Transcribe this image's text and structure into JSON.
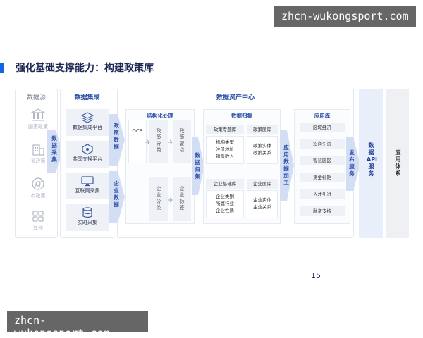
{
  "watermark": {
    "text": "zhcn-wukongsport.com"
  },
  "title": "强化基础支撑能力：构建政策库",
  "sources": {
    "header": "数据源",
    "items": [
      {
        "label": "国家政策",
        "icon": "bank-icon"
      },
      {
        "label": "省政策",
        "icon": "building-icon"
      },
      {
        "label": "市政策",
        "icon": "chrome-icon"
      },
      {
        "label": "其他",
        "icon": "grid-icon"
      }
    ],
    "arrow_label": "数据采集"
  },
  "integration": {
    "header": "数据集成",
    "items": [
      {
        "label": "数据集成平台",
        "icon": "layers-icon"
      },
      {
        "label": "共享交换平台",
        "icon": "network-icon"
      },
      {
        "label": "互联网采集",
        "icon": "monitor-icon"
      },
      {
        "label": "实时采集",
        "icon": "database-icon"
      }
    ]
  },
  "asset_center": {
    "header": "数据资产中心",
    "policy_data_label": "政策数据",
    "enterprise_data_label": "企业数据",
    "structuring": {
      "header": "结构化处理",
      "ocr": "OCR",
      "policy_classify": "政策分类",
      "policy_points": "政策要点",
      "enterprise_classify": "企业分类",
      "enterprise_tags": "企业标签"
    },
    "archive_arrow_label": "数据归集",
    "archive": {
      "header": "数据归集",
      "policy_topic_lib": "政策专题库",
      "policy_lib": "政策图库",
      "policy_topic_items": [
        "机构类型",
        "注册地址",
        "销售收入"
      ],
      "policy_lib_items": [
        "政策实体",
        "政策关系"
      ],
      "enterprise_base_lib": "企业基础库",
      "enterprise_lib": "企业图库",
      "enterprise_base_items": [
        "企业类别",
        "所属行业",
        "企业性质"
      ],
      "enterprise_lib_items": [
        "企业实体",
        "企业关系"
      ]
    },
    "apply_arrow_label": "应用数据加工",
    "applications": {
      "header": "应用库",
      "items": [
        "区域经济",
        "招商引资",
        "智慧园区",
        "资金补贴",
        "人才引进",
        "融资支持"
      ]
    }
  },
  "publish_label": "发布服务",
  "api_service_label": "数据API服务",
  "app_system_label": "应用体系",
  "page_number": "15"
}
